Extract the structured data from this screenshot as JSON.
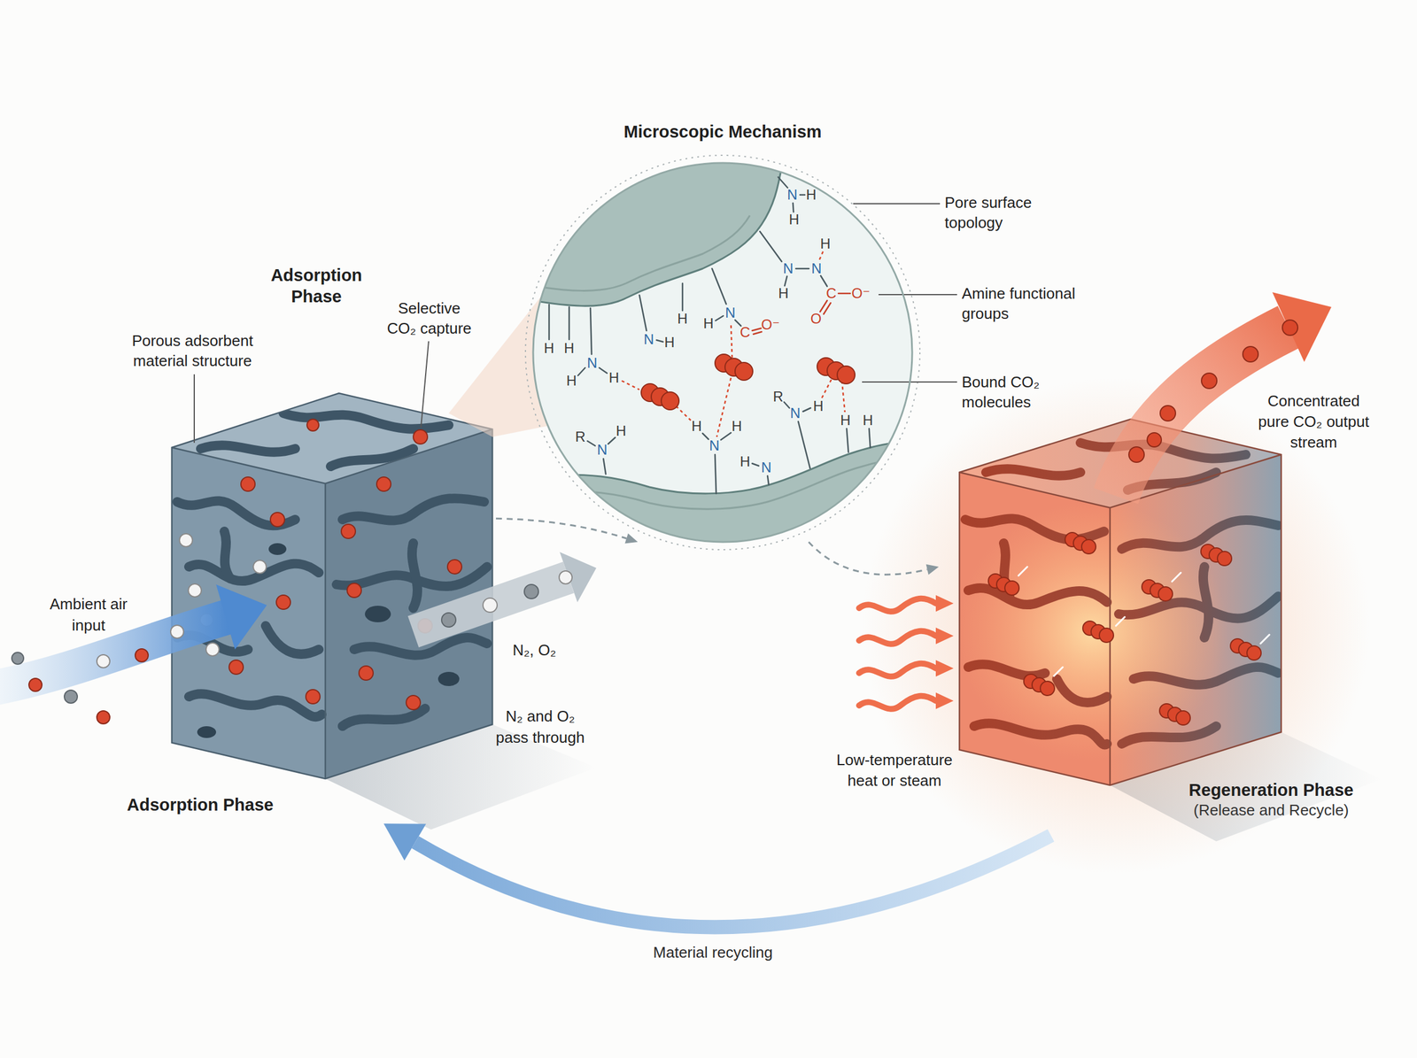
{
  "diagram": {
    "nodes": [
      {
        "text": [
          "Adsorption Phase"
        ]
      },
      {
        "text": [
          "Microscopic Mechanism"
        ]
      },
      {
        "text": [
          "Regeneration Phase",
          "(Release and Recycle)"
        ]
      }
    ],
    "edges": [
      {
        "from": 0,
        "to": 1,
        "arrow": "to"
      },
      {
        "from": 1,
        "to": 2,
        "arrow": "to"
      },
      {
        "from": 2,
        "to": 0,
        "arrow": "to",
        "label": "Material recycling"
      }
    ],
    "labels": [
      "Adsorption Phase",
      "Porous adsorbent material structure",
      "Selective CO₂ capture",
      "Ambient air input",
      "N₂, O₂",
      "N₂ and O₂ pass through",
      "Pore surface topology",
      "Amine functional groups",
      "Bound CO₂ molecules",
      "Concentrated pure CO₂ output stream",
      "Low-temperature heat or steam",
      "N",
      "H",
      "H",
      "H",
      "N",
      "N",
      "H",
      "C",
      "O⁻",
      "O",
      "H",
      "H",
      "N",
      "C",
      "O⁻",
      "N",
      "H",
      "H",
      "H",
      "N",
      "H",
      "H",
      "H",
      "H",
      "N",
      "R",
      "H",
      "N",
      "H",
      "N",
      "R",
      "N",
      "H",
      "H",
      "H"
    ]
  }
}
